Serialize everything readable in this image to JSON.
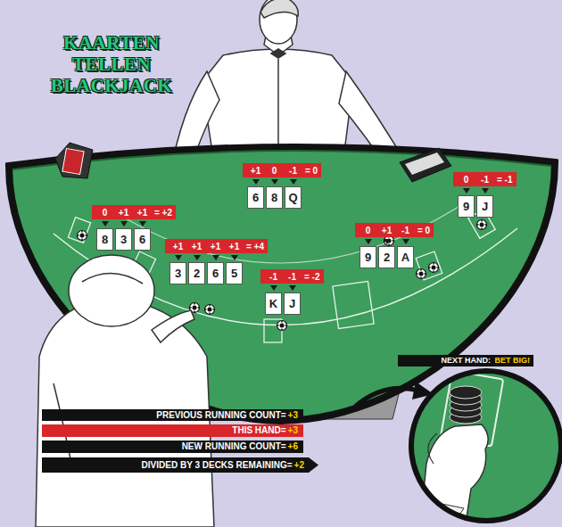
{
  "diagram": {
    "title": "KAARTEN TELLEN BLACKJACK",
    "nodes": [
      {
        "text": [
          "+1",
          "0",
          "-1",
          "= 0"
        ]
      },
      {
        "text": [
          "6"
        ]
      },
      {
        "text": [
          "8"
        ]
      },
      {
        "text": [
          "Q"
        ]
      },
      {
        "text": [
          "0",
          "-1",
          "= -1"
        ]
      },
      {
        "text": [
          "9"
        ]
      },
      {
        "text": [
          "J"
        ]
      },
      {
        "text": [
          "0",
          "+1",
          "+1",
          "= +2"
        ]
      },
      {
        "text": [
          "8"
        ]
      },
      {
        "text": [
          "3"
        ]
      },
      {
        "text": [
          "6"
        ]
      },
      {
        "text": [
          "0",
          "+1",
          "-1",
          "= 0"
        ]
      },
      {
        "text": [
          "9"
        ]
      },
      {
        "text": [
          "2"
        ]
      },
      {
        "text": [
          "A"
        ]
      },
      {
        "text": [
          "+1",
          "+1",
          "+1",
          "+1",
          "= +4"
        ]
      },
      {
        "text": [
          "3"
        ]
      },
      {
        "text": [
          "2"
        ]
      },
      {
        "text": [
          "6"
        ]
      },
      {
        "text": [
          "5"
        ]
      },
      {
        "text": [
          "-1",
          "-1",
          "= -2"
        ]
      },
      {
        "text": [
          "K"
        ]
      },
      {
        "text": [
          "J"
        ]
      },
      {
        "text": [
          "PREVIOUS RUNNING COUNT=",
          "+3"
        ]
      },
      {
        "text": [
          "THIS HAND=",
          "+3"
        ]
      },
      {
        "text": [
          "NEW RUNNING COUNT=",
          "+6"
        ]
      },
      {
        "text": [
          "DIVIDED BY 3 DECKS REMAINING=",
          "+2"
        ]
      }
    ],
    "labels": [
      "NEXT HAND:",
      "BET BIG!"
    ]
  }
}
